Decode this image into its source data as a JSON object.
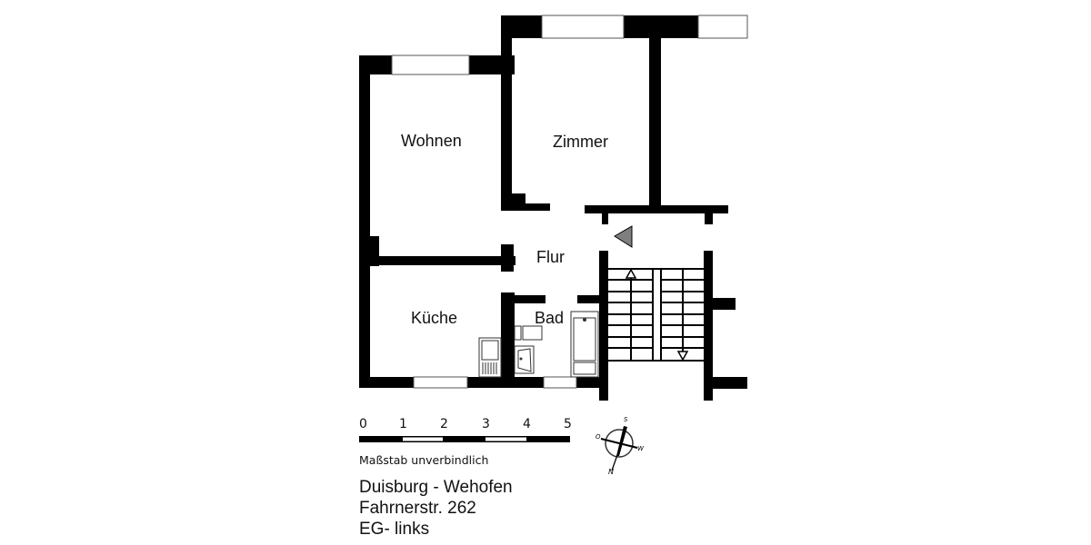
{
  "rooms": {
    "wohnen": "Wohnen",
    "zimmer": "Zimmer",
    "flur": "Flur",
    "kueche": "Küche",
    "bad": "Bad"
  },
  "scale_bar": {
    "ticks": [
      "0",
      "1",
      "2",
      "3",
      "4",
      "5"
    ],
    "note": "Maßstab unverbindlich"
  },
  "compass": {
    "north": "N",
    "south": "S",
    "east": "O",
    "west": "W"
  },
  "address": {
    "line1": "Duisburg - Wehofen",
    "line2": "Fahrnerstr. 262",
    "line3": "EG- links"
  },
  "colors": {
    "wall": "#000000",
    "entrance_arrow": "#7f7f7f",
    "background": "#ffffff"
  }
}
